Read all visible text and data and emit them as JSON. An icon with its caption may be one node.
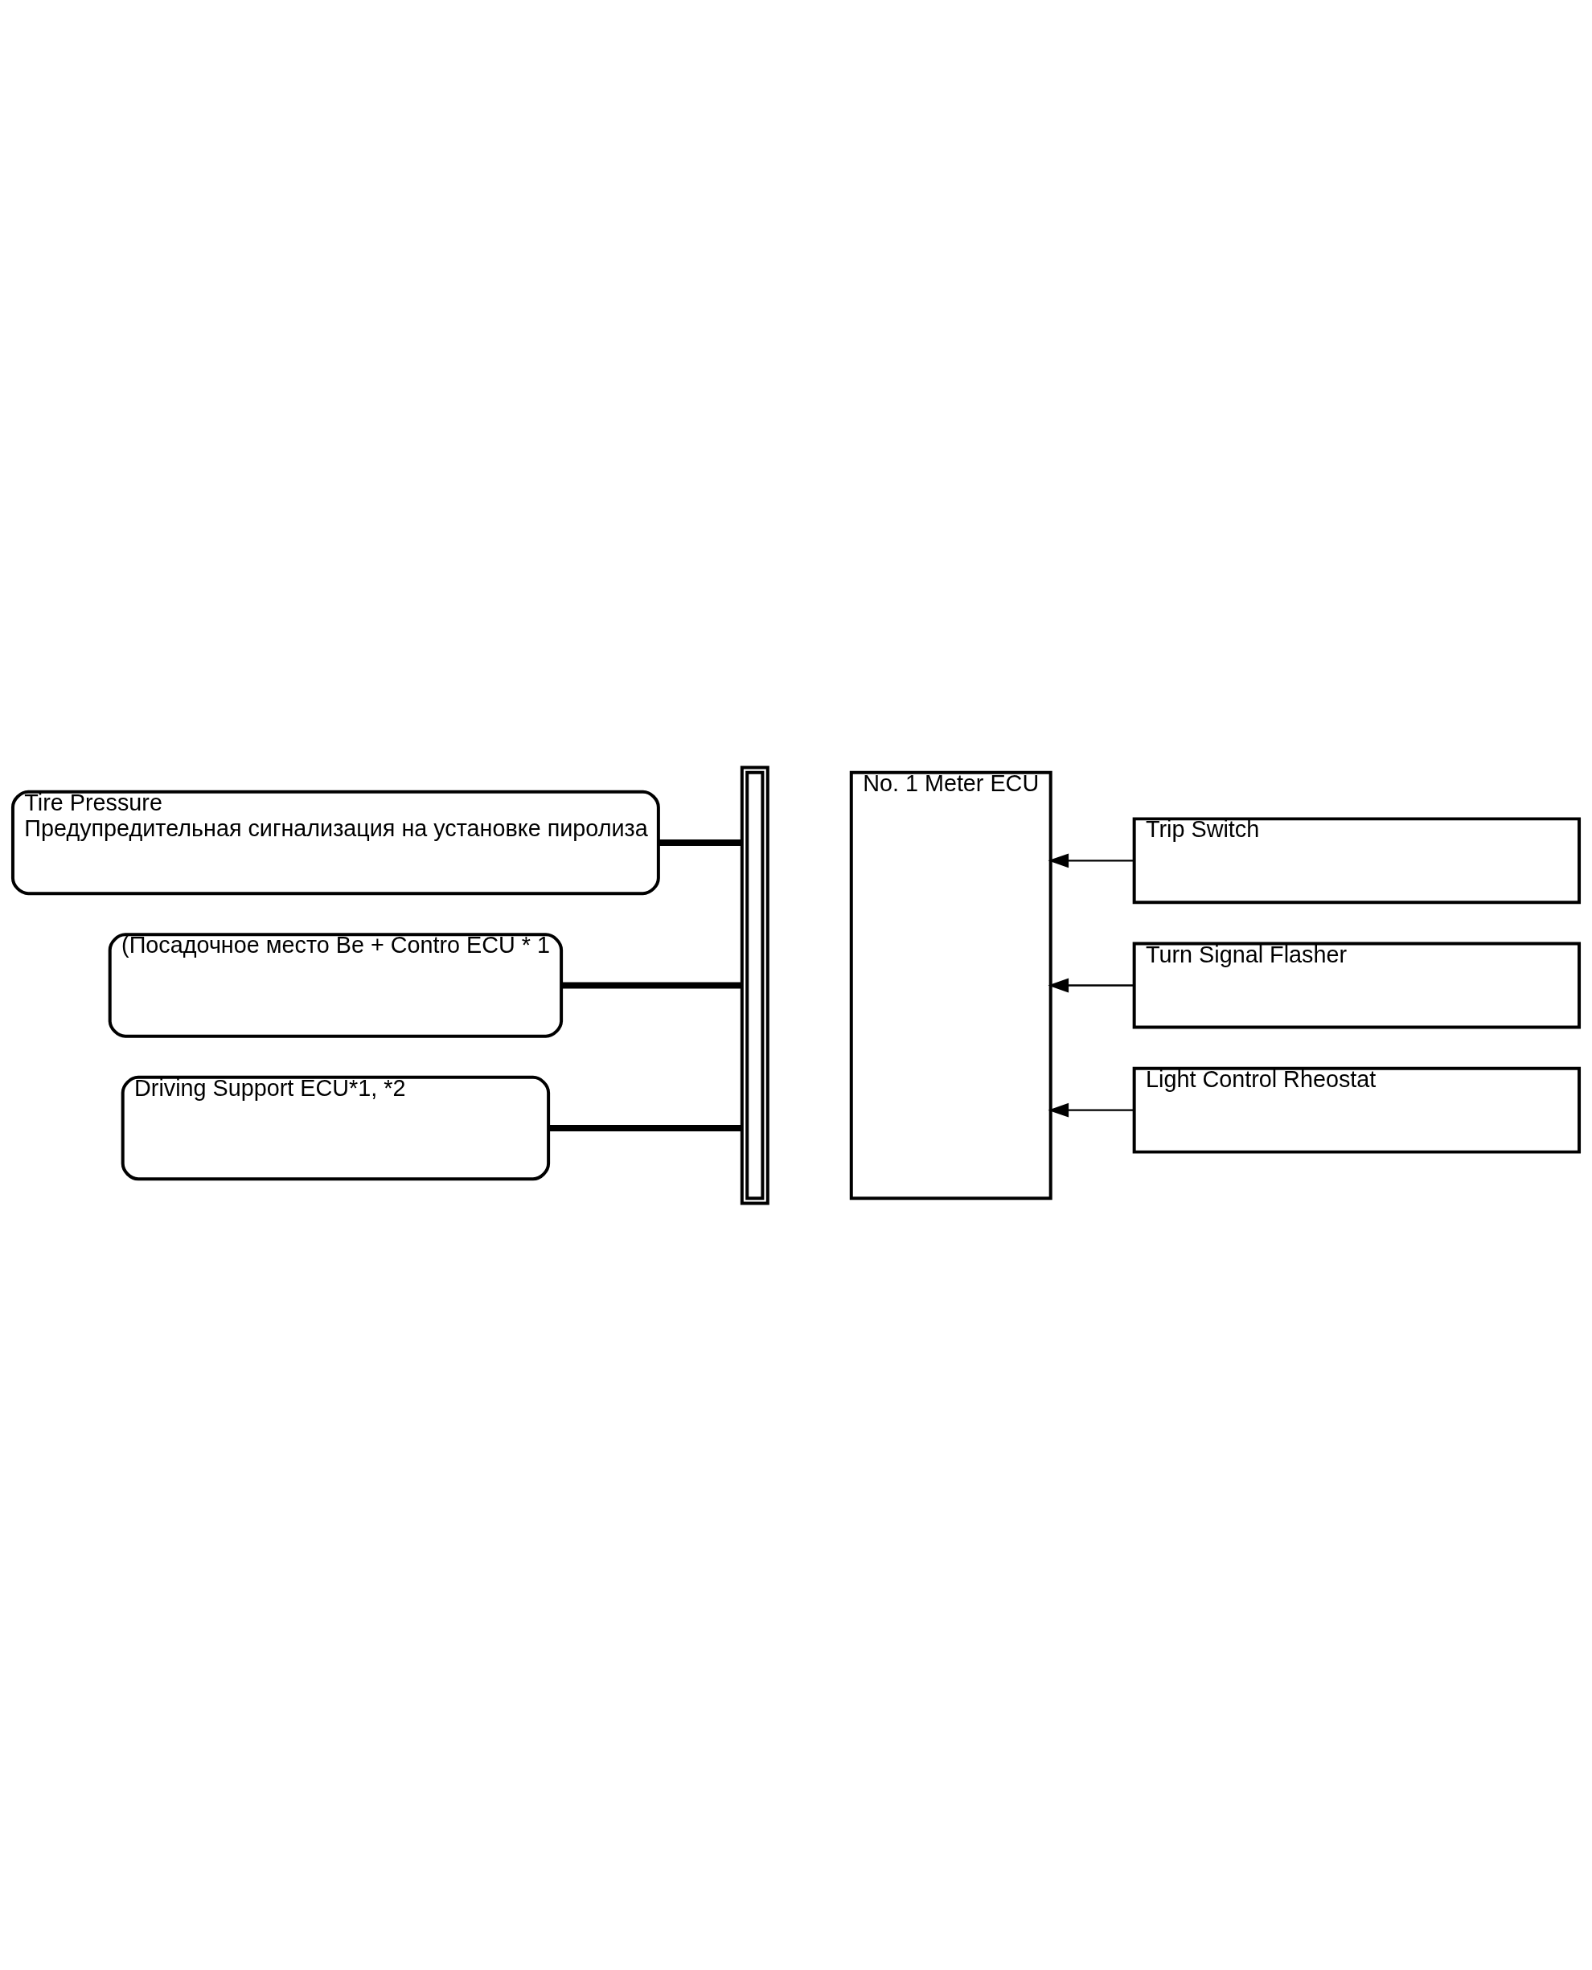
{
  "diagram": {
    "nodes": [
      {
        "text": [
          "Tire Pressure",
          "Предупредительная сигнализация на установке пиролиза"
        ]
      },
      {
        "text": [
          "(Посадочное место Be + Contro ECU * 1"
        ]
      },
      {
        "text": [
          "Driving Support ECU*1, *2"
        ]
      },
      {
        "text": [],
        "shape": "bar"
      },
      {
        "text": [
          "No. 1 Meter ECU"
        ]
      },
      {
        "text": [
          "Trip Switch"
        ]
      },
      {
        "text": [
          "Turn Signal Flasher"
        ]
      },
      {
        "text": [
          "Light Control Rheostat"
        ]
      }
    ],
    "edges": [
      {
        "from": 3,
        "to": 0,
        "arrow": "none",
        "style": "thick"
      },
      {
        "from": 3,
        "to": 1,
        "arrow": "none",
        "style": "thick"
      },
      {
        "from": 3,
        "to": 2,
        "arrow": "none",
        "style": "thick"
      },
      {
        "from": 5,
        "to": 4,
        "arrow": "to"
      },
      {
        "from": 6,
        "to": 4,
        "arrow": "to"
      },
      {
        "from": 7,
        "to": 4,
        "arrow": "to"
      }
    ]
  }
}
